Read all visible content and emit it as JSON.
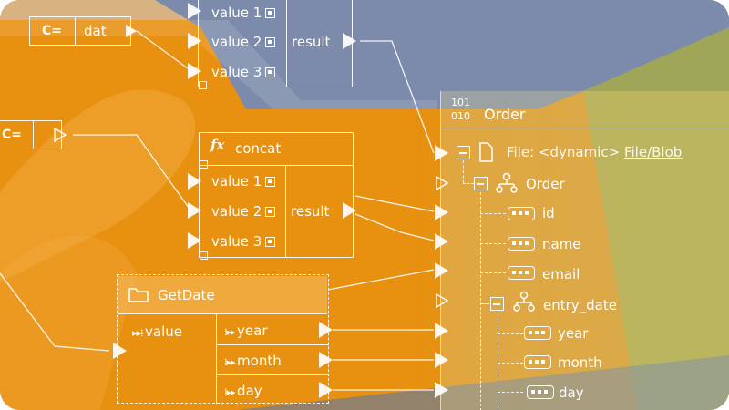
{
  "nodes": {
    "c_top": "C=",
    "dat": "dat",
    "c_mid": "C=",
    "concat_top": {
      "values": [
        "value 1",
        "value 2",
        "value 3"
      ],
      "result": "result"
    },
    "concat": {
      "title": "concat",
      "fx": "fx",
      "values": [
        "value 1",
        "value 2",
        "value 3"
      ],
      "result": "result"
    },
    "getdate": {
      "title": "GetDate",
      "input": "value",
      "outputs": [
        "year",
        "month",
        "day"
      ]
    }
  },
  "panel": {
    "binary_top": "101",
    "binary_bottom": "010",
    "title": "Order",
    "file_prefix": "File: <dynamic>",
    "file_link": "File/Blob",
    "root": "Order",
    "fields": [
      "id",
      "name",
      "email"
    ],
    "group": "entry_date",
    "group_fields": [
      "year",
      "month",
      "day"
    ]
  },
  "colors": {
    "orange": "#e8900f",
    "slate": "#7a8aa8",
    "olive": "#aab04a"
  }
}
